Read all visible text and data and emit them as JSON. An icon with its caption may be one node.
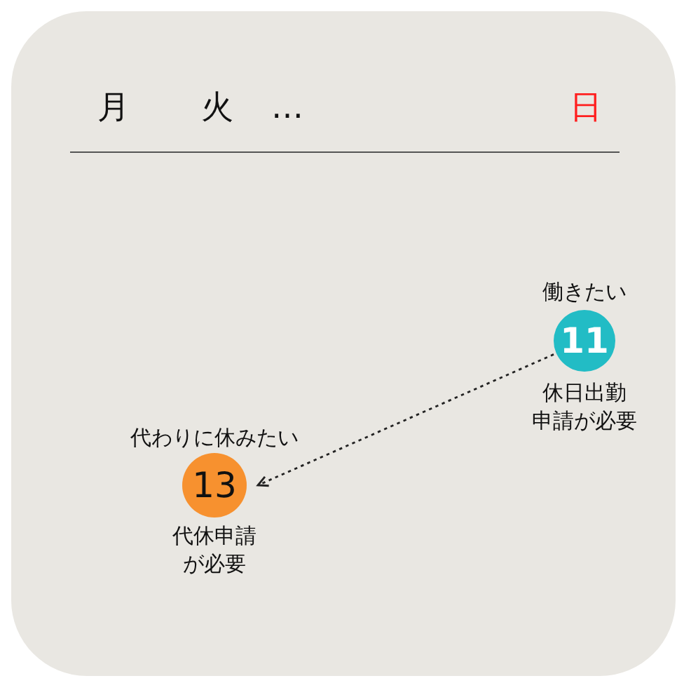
{
  "diagram": {
    "nodes": [
      {
        "text": [
          "働きたい",
          "11"
        ],
        "beside": [
          "休日出勤申請が必要"
        ]
      },
      {
        "text": [
          "代わりに休みたい",
          "13"
        ],
        "beside": [
          "代休申請が必要"
        ]
      }
    ],
    "edges": [
      {
        "from": 0,
        "to": 1,
        "arrow": "to",
        "style": "dashed"
      }
    ],
    "labels": [
      "月",
      "火",
      "…",
      "日"
    ]
  }
}
